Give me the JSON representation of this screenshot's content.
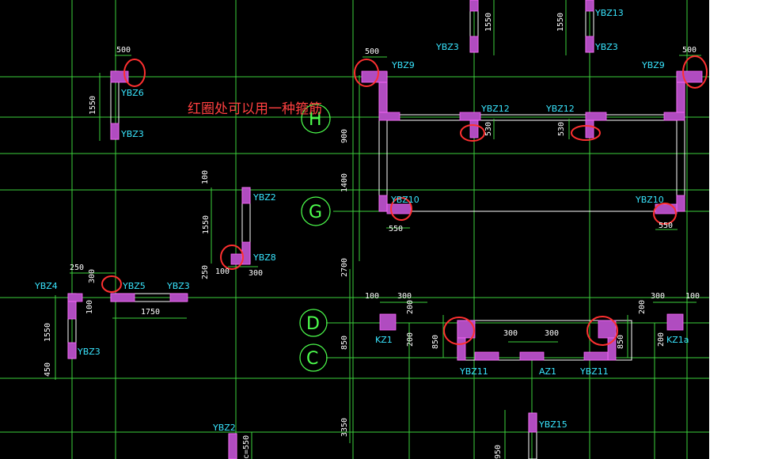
{
  "colors": {
    "background": "#000000",
    "axis_line": "#3cd03c",
    "wall_line": "#ffffff",
    "column_fill": "#b04cc0",
    "label": "#39e6ff",
    "dimension": "#ffffff",
    "highlight_circle": "#ff3030",
    "note_text": "#ff4040",
    "gridline_dash": "#1a8a1a"
  },
  "note": "红圈处可以用一种箍筋",
  "axis_bubbles": [
    "H",
    "G",
    "D",
    "C"
  ],
  "column_labels": {
    "ybz13": "YBZ13",
    "ybz3_top_a": "YBZ3",
    "ybz3_top_b": "YBZ3",
    "ybz9_left": "YBZ9",
    "ybz9_right": "YBZ9",
    "ybz6": "YBZ6",
    "ybz3_left": "YBZ3",
    "ybz12_left": "YBZ12",
    "ybz12_right": "YBZ12",
    "ybz10_left": "YBZ10",
    "ybz10_right": "YBZ10",
    "ybz2": "YBZ2",
    "ybz8": "YBZ8",
    "ybz4": "YBZ4",
    "ybz5": "YBZ5",
    "ybz3_mid": "YBZ3",
    "ybz3_low": "YBZ3",
    "kz1": "KZ1",
    "kz1a": "KZ1a",
    "ybz11_left": "YBZ11",
    "ybz11_right": "YBZ11",
    "az1": "AZ1",
    "ybz15": "YBZ15",
    "ybz2_bottom": "YBZ2"
  },
  "dimensions": {
    "d500_a": "500",
    "d500_b": "500",
    "d500_c": "500",
    "d1550_a": "1550",
    "d1550_b": "1550",
    "d1550_c": "1550",
    "d1550_d": "1550",
    "d1550_e": "1550",
    "d530_a": "530",
    "d530_b": "530",
    "d900": "900",
    "d1400": "1400",
    "d2700": "2700",
    "d850_a": "850",
    "d850_b": "850",
    "d850_c": "850",
    "d3350": "3350",
    "d550_a": "550",
    "d550_b": "550",
    "d100_a": "100",
    "d100_b": "100",
    "d100_c": "100",
    "d100_d": "100",
    "d100_e": "100",
    "d250_a": "250",
    "d250_b": "250",
    "d300_a": "300",
    "d300_b": "300",
    "d300_c": "300",
    "d300_d": "300",
    "d300_e": "300",
    "d300_f": "300",
    "d200_a": "200",
    "d200_b": "200",
    "d200_c": "200",
    "d200_d": "200",
    "d1750": "1750",
    "d450": "450",
    "d950": "950",
    "dc550": "c=550"
  }
}
